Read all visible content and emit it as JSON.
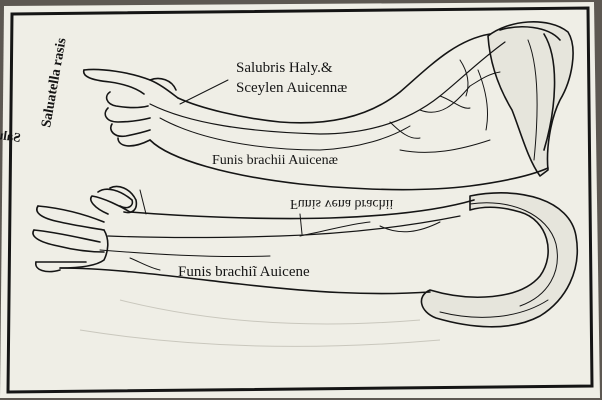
{
  "labels": {
    "salubris_line1": "Salubris Haly.&",
    "salubris_line2": "Sceylen Auicennæ",
    "salvatella_rasis": "Saluatella rasis",
    "funis_upper": "Funis brachii Auicenæ",
    "salvatella_mesue": "Saluatella Mesue",
    "funis_vena": "Funis vena brachii",
    "funis_lower": "Funis brachiĩ Auicene"
  },
  "colors": {
    "paper": "#efeee6",
    "ink": "#151515",
    "frame_shadow": "#5a5550"
  }
}
